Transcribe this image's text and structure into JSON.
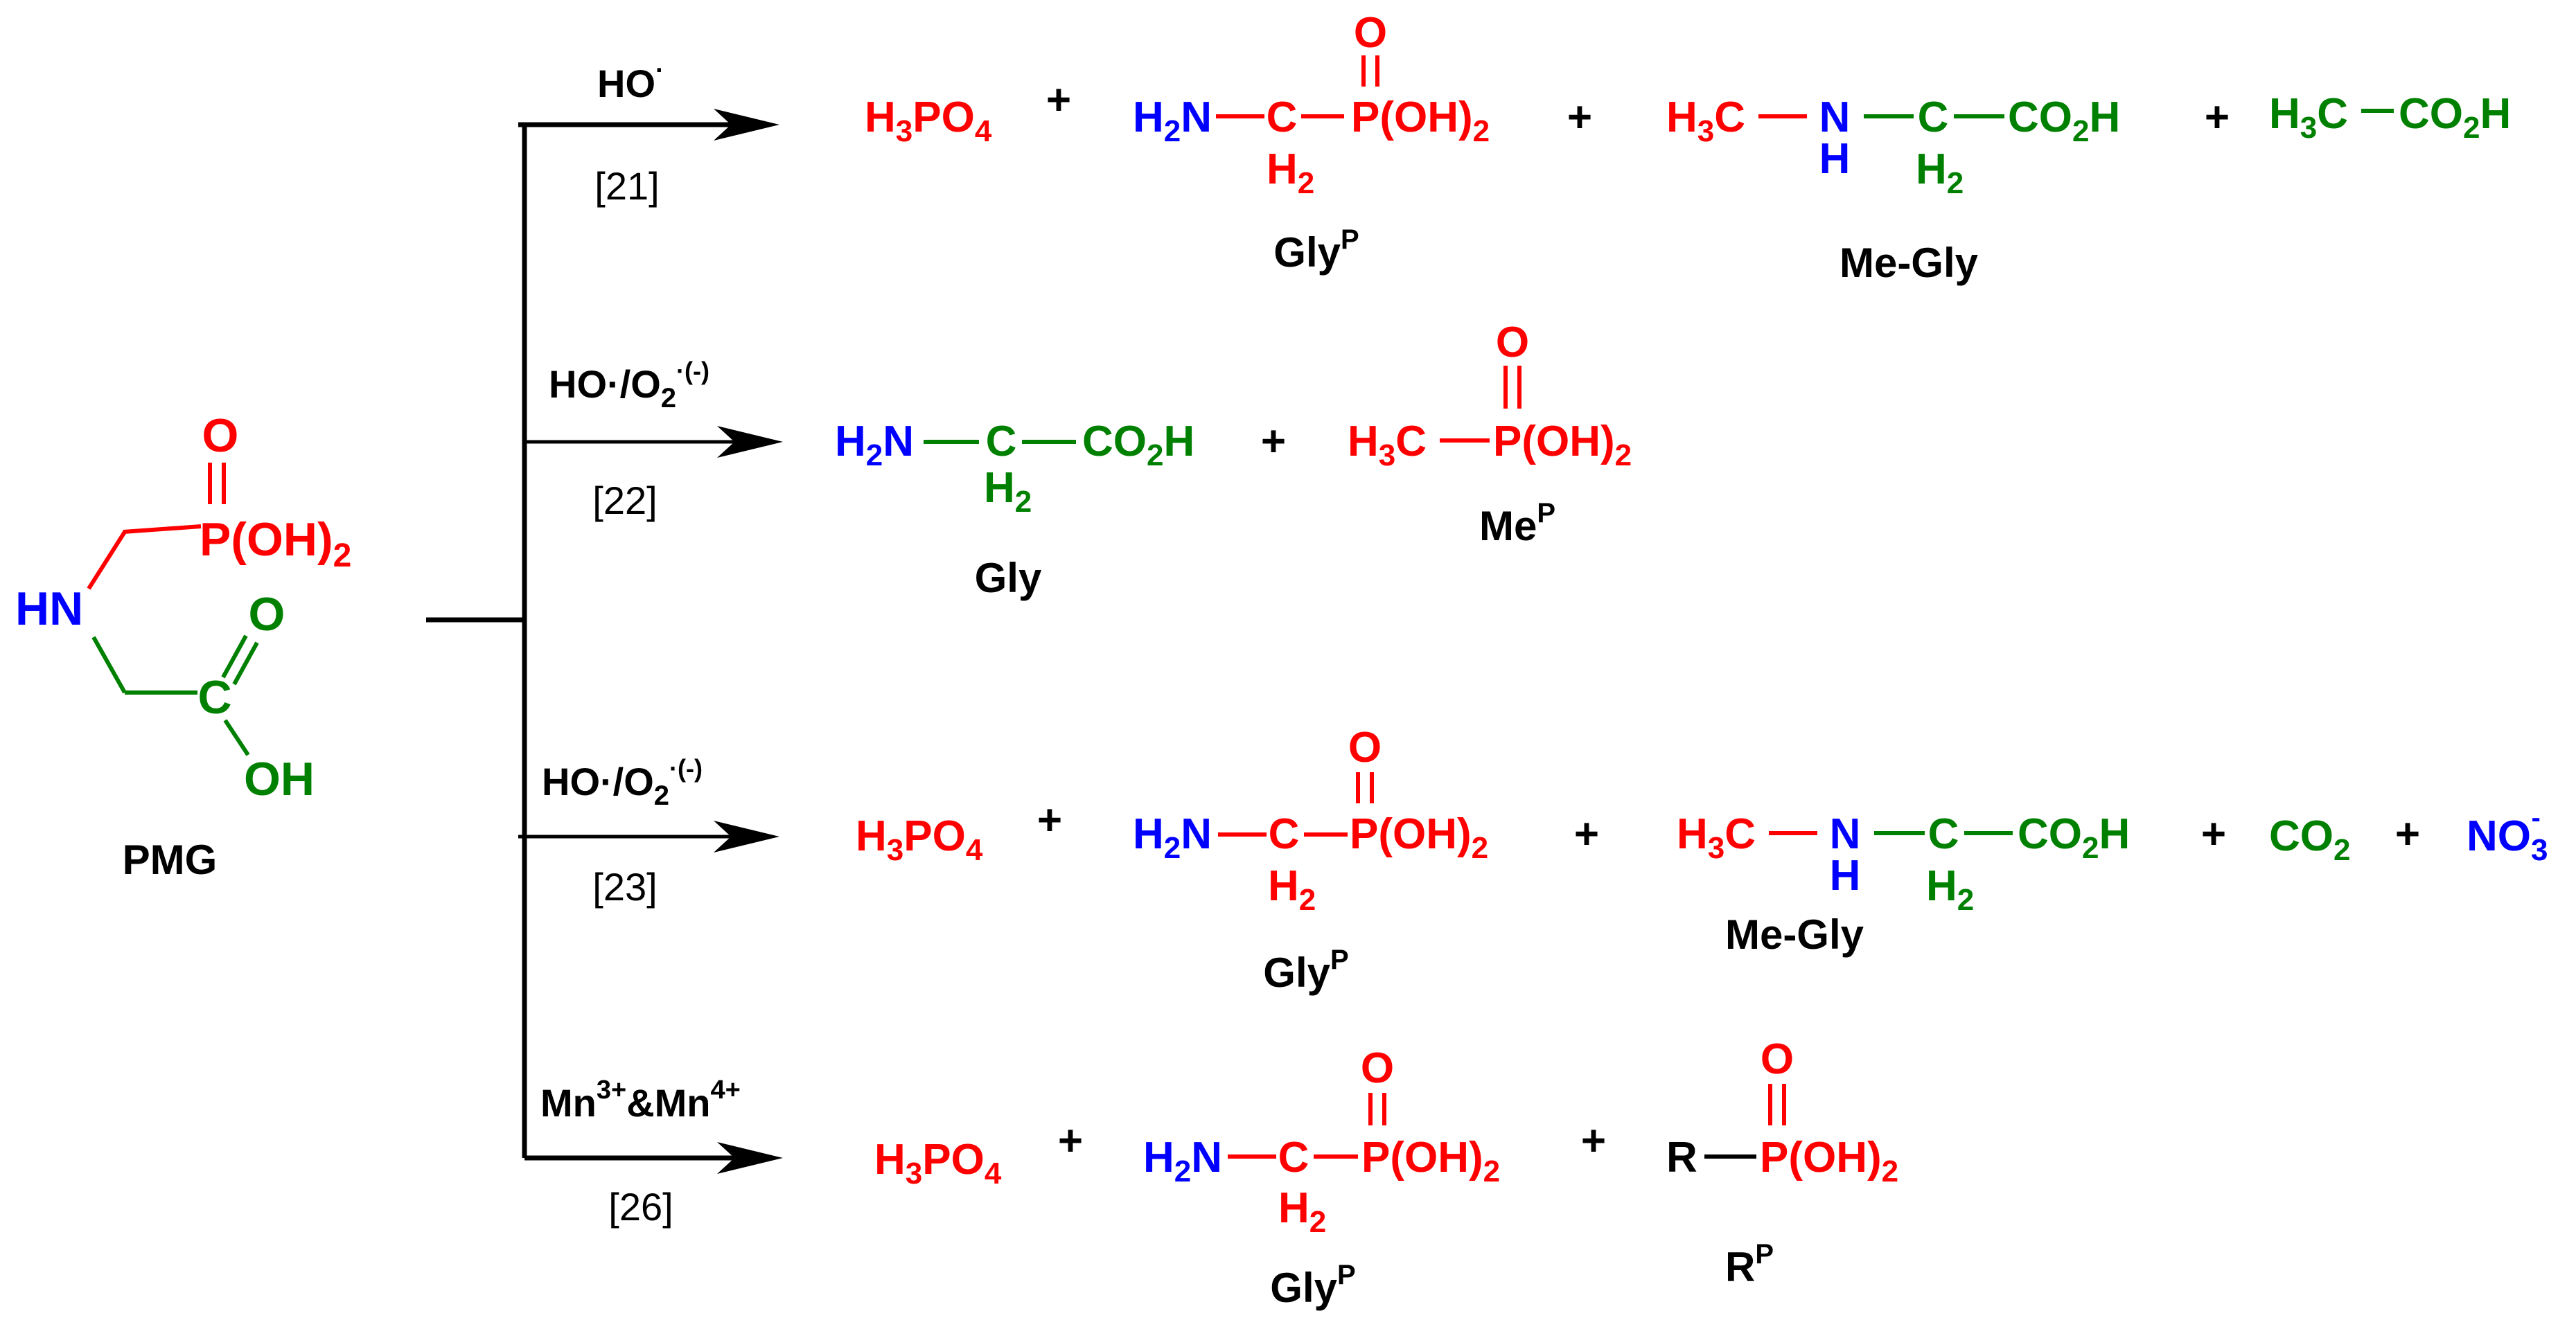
{
  "colors": {
    "red": "#ff0000",
    "blue": "#0000ff",
    "green": "#008000",
    "black": "#000000"
  },
  "pmg": {
    "label": "PMG",
    "o": "O",
    "p_oh2": "P(OH)",
    "sub2": "2",
    "hn": "HN",
    "c": "C",
    "o_acid": "O",
    "oh": "OH"
  },
  "reactions": [
    {
      "reagent_main": "HO",
      "reagent_sup": "·",
      "reagent_tail": "",
      "reagent_tail_sup": "",
      "ref": "[21]"
    },
    {
      "reagent_main": "HO·/O",
      "reagent_sub": "2",
      "reagent_sup": "·(-)",
      "ref": "[22]"
    },
    {
      "reagent_main": "HO·/O",
      "reagent_sub": "2",
      "reagent_sup": "·(-)",
      "ref": "[23]"
    },
    {
      "reagent_main": "Mn",
      "reagent_sup": "3+",
      "reagent_mid": "&Mn",
      "reagent_sup2": "4+",
      "ref": "[26]"
    }
  ],
  "glyp": {
    "h2n": "H",
    "n": "N",
    "c": "C",
    "h2": "H",
    "o": "O",
    "p_oh2": "P(OH)",
    "sub2": "2",
    "label": "Gly",
    "label_sup": "P"
  },
  "h3po4": {
    "h": "H",
    "sub3": "3",
    "po": "PO",
    "sub4": "4"
  },
  "megly": {
    "h3c": "H",
    "sub3": "3",
    "c": "C",
    "n": "N",
    "h": "H",
    "c2": "C",
    "h2": "H",
    "sub2": "2",
    "co2h": "CO",
    "co2h_sub": "2",
    "co2h_end": "H",
    "label": "Me-Gly"
  },
  "acetic": {
    "h3c": "H",
    "sub3": "3",
    "c": "C",
    "co2h": "CO",
    "sub2": "2",
    "end": "H"
  },
  "gly": {
    "h2n": "H",
    "sub2": "2",
    "n": "N",
    "c": "C",
    "h2": "H",
    "co2h": "CO",
    "co2h_end": "H",
    "label": "Gly"
  },
  "mep": {
    "h3c": "H",
    "sub3": "3",
    "c": "C",
    "o": "O",
    "p_oh2": "P(OH)",
    "sub2": "2",
    "label": "Me",
    "label_sup": "P"
  },
  "co2": {
    "co": "CO",
    "sub2": "2"
  },
  "no3": {
    "no": "NO",
    "sub3": "3",
    "sup": "-"
  },
  "rp": {
    "r": "R",
    "o": "O",
    "p_oh2": "P(OH)",
    "sub2": "2",
    "label": "R",
    "label_sup": "P"
  },
  "plus": "+"
}
